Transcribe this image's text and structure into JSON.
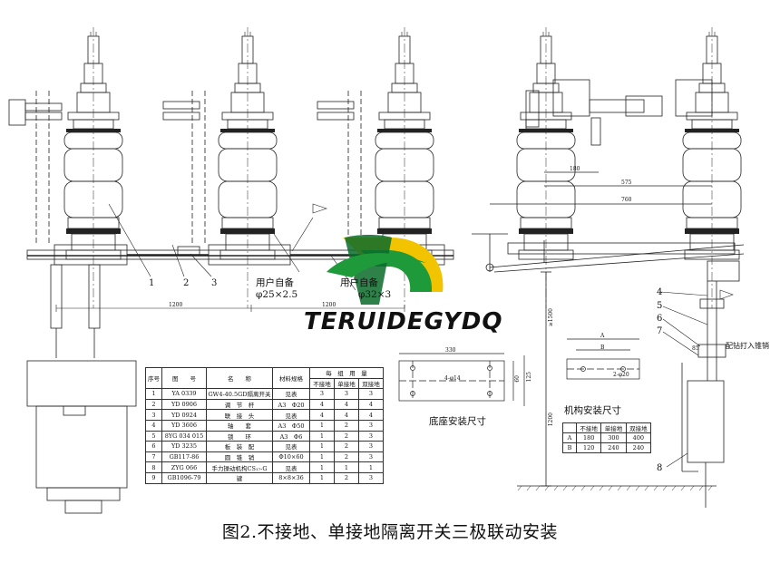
{
  "caption": "图2.不接地、单接地隔离开关三极联动安装",
  "logo": {
    "text": "TERUIDEGYDQ",
    "colors": {
      "green": "#1f9a3a",
      "yellow": "#f2c400",
      "dark_green": "#0b6b2a"
    }
  },
  "part_labels": [
    "1",
    "2",
    "3",
    "4",
    "5",
    "6",
    "7",
    "8"
  ],
  "user_notes": [
    {
      "title": "用户自备",
      "spec": "φ25×2.5"
    },
    {
      "title": "用户自备",
      "spec": "φ32×3"
    }
  ],
  "dimensions": {
    "span_left": "1200",
    "span_right": "1200",
    "d180": "180",
    "d575": "575",
    "d760": "760",
    "vertical_1500": "≥1500",
    "vertical_1200": "1200",
    "base_330": "330",
    "base_125": "125",
    "base_60": "60",
    "base_holes": "4-φ14",
    "mech_A": "A",
    "mech_B": "B",
    "mech_holes": "2-φ20",
    "d85": "85"
  },
  "notes": {
    "drill_pin": "配钻打入锥销",
    "base_install": "底座安装尺寸",
    "mech_install": "机构安装尺寸"
  },
  "parts_table": {
    "headers": {
      "no": "序号",
      "drawing": "图　　号",
      "name": "名　　称",
      "material": "材料规格",
      "qty": "每　组　用　量"
    },
    "sub_headers": [
      "不接地",
      "单接地",
      "双接地"
    ],
    "rows": [
      {
        "no": "1",
        "drawing": "YA 0339",
        "name": "GW4-40.5GD隔离开关",
        "material": "见表",
        "q": [
          "3",
          "3",
          "3"
        ]
      },
      {
        "no": "2",
        "drawing": "YD 0906",
        "name": "调　节　杆",
        "material": "A3　Φ20",
        "q": [
          "4",
          "4",
          "4"
        ]
      },
      {
        "no": "3",
        "drawing": "YD 0924",
        "name": "联　接　头",
        "material": "见表",
        "q": [
          "4",
          "4",
          "4"
        ]
      },
      {
        "no": "4",
        "drawing": "YD 3606",
        "name": "轴　　套",
        "material": "A3　Φ50",
        "q": [
          "1",
          "2",
          "3"
        ]
      },
      {
        "no": "5",
        "drawing": "8YG 034 015",
        "name": "锁　　环",
        "material": "A3　Φ6",
        "q": [
          "1",
          "2",
          "3"
        ]
      },
      {
        "no": "6",
        "drawing": "YD 3235",
        "name": "板　装　配",
        "material": "见表",
        "q": [
          "1",
          "2",
          "3"
        ]
      },
      {
        "no": "7",
        "drawing": "GB117-86",
        "name": "圆　锥　销",
        "material": "Φ10×60",
        "q": [
          "1",
          "2",
          "3"
        ]
      },
      {
        "no": "8",
        "drawing": "ZYG 066",
        "name": "手力操动机构CS₁₇-G",
        "material": "见表",
        "q": [
          "1",
          "1",
          "1"
        ]
      },
      {
        "no": "9",
        "drawing": "GB1096-79",
        "name": "键",
        "material": "8×8×36",
        "q": [
          "1",
          "2",
          "3"
        ]
      }
    ]
  },
  "mech_table": {
    "headers": [
      "",
      "不接地",
      "单接地",
      "双接地"
    ],
    "rows": [
      {
        "k": "A",
        "v": [
          "180",
          "300",
          "400"
        ]
      },
      {
        "k": "B",
        "v": [
          "120",
          "240",
          "240"
        ]
      }
    ]
  }
}
